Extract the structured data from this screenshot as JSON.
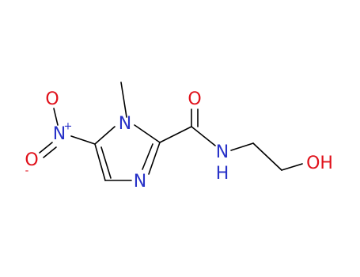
{
  "colors": {
    "nitrogen": "#2832c8",
    "oxygen": "#e0101a",
    "bond": "#000000",
    "background": "#ffffff"
  },
  "atoms": {
    "nitro_oxygen_top": "O",
    "nitro_oxygen_bottom": "O",
    "nitro_nitrogen": "N",
    "nitro_plus": "+",
    "nitro_minus": "-",
    "ring_n1": "N",
    "ring_n3": "N",
    "carbonyl_oxygen": "O",
    "amide_nitrogen": "N",
    "amide_hydrogen": "H",
    "hydroxyl": "OH"
  }
}
